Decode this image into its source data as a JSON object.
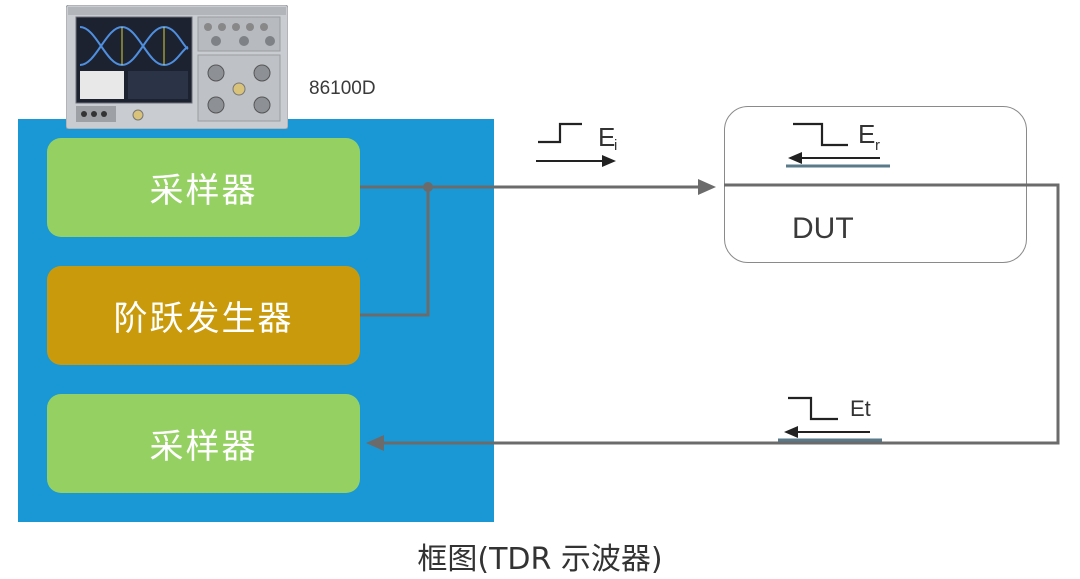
{
  "scope": {
    "model": "86100D"
  },
  "blocks": {
    "sampler_top": "采样器",
    "step_generator": "阶跃发生器",
    "sampler_bottom": "采样器"
  },
  "dut": {
    "label": "DUT"
  },
  "signals": {
    "incident": {
      "letter": "E",
      "subscript": "i"
    },
    "reflected": {
      "letter": "E",
      "subscript": "r"
    },
    "transmitted": "Et"
  },
  "caption": "框图(TDR 示波器)",
  "colors": {
    "panel_blue": "#1a98d5",
    "sampler_green": "#95d162",
    "step_gen_gold": "#c99a0b",
    "wire_gray": "#6b6b6b"
  }
}
